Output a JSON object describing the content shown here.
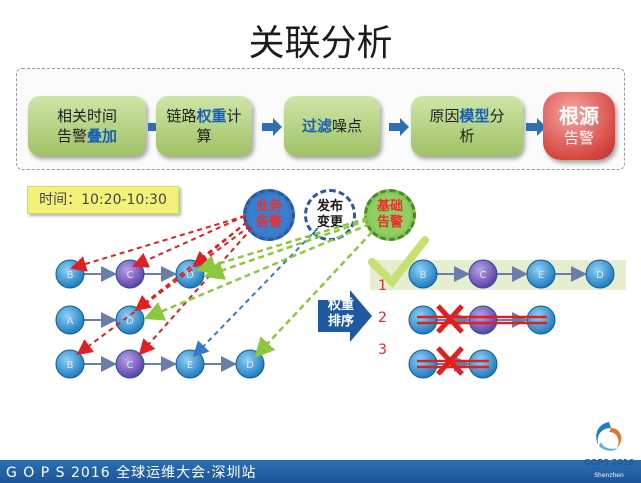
{
  "title": "关联分析",
  "steps": [
    {
      "pre": "相关时间",
      "line2_pre": "告警",
      "highlight": "叠加",
      "post": ""
    },
    {
      "pre": "链路",
      "highlight": "权重",
      "post": "计",
      "line2": "算"
    },
    {
      "highlight": "过滤",
      "post": "噪点"
    },
    {
      "pre": "原因",
      "highlight": "模型",
      "post": "分",
      "line2": "析"
    }
  ],
  "root": {
    "line1": "根源",
    "line2": "告警"
  },
  "time_label": "时间：10:20-10:30",
  "sources": [
    {
      "line1": "业务",
      "line2": "告警"
    },
    {
      "line1": "发布",
      "line2": "变更"
    },
    {
      "line1": "基础",
      "line2": "告警"
    }
  ],
  "rank_arrow_label": {
    "line1": "权重",
    "line2": "排序"
  },
  "ranks": [
    "1",
    "2",
    "3"
  ],
  "node_labels": {
    "left": [
      [
        "B",
        "C",
        "D"
      ],
      [
        "A",
        "D"
      ],
      [
        "B",
        "C",
        "E",
        "D"
      ]
    ],
    "right": [
      [
        "B",
        "C",
        "E",
        "D"
      ],
      [
        "",
        "",
        ""
      ],
      [
        "",
        ""
      ]
    ]
  },
  "footer": "G O P S 2016  全球运维大会·深圳站",
  "logo": {
    "text": "GOPS 2016",
    "sub": "Shenzhen"
  },
  "colors": {
    "node_blue": "#2d8fd0",
    "node_purple": "#7b5db8",
    "arrow_red": "#e02020",
    "arrow_blue": "#3a78c8",
    "arrow_green": "#8dc63f",
    "footer_blue": "#2060a8"
  }
}
